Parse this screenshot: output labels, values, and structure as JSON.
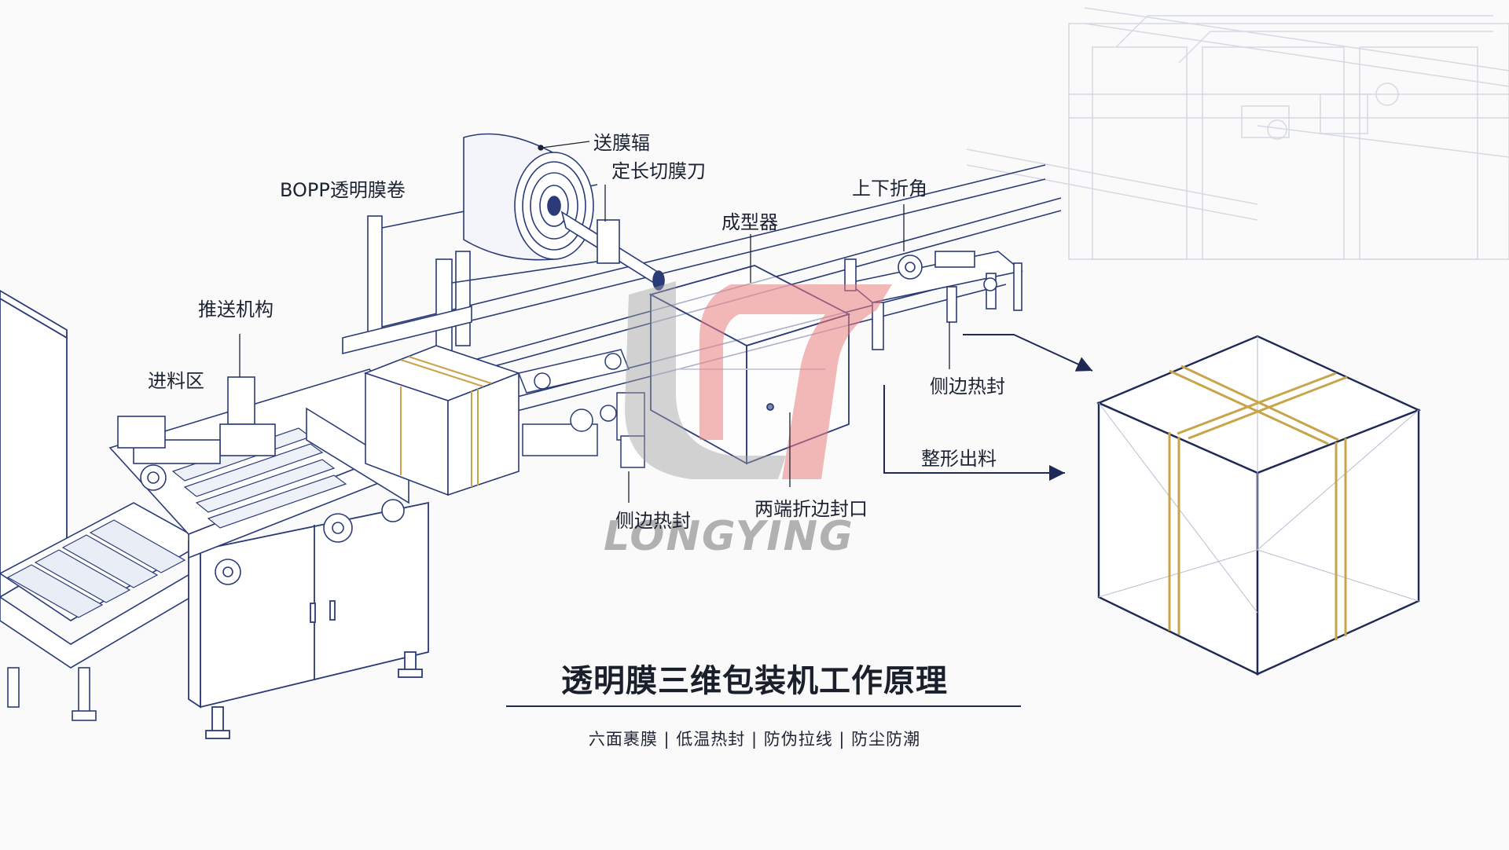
{
  "labels": {
    "film_feed_roller": "送膜辐",
    "bopp_roll": "BOPP透明膜卷",
    "cutter": "定长切膜刀",
    "former": "成型器",
    "pusher": "推送机构",
    "infeed": "进料区",
    "fold_corners": "上下折角",
    "side_seal_right": "侧边热封",
    "shaping_output": "整形出料",
    "side_seal_left": "侧边热封",
    "end_fold_seal": "两端折边封口"
  },
  "title": "透明膜三维包装机工作原理",
  "subtitle": "六面裹膜 | 低温热封 | 防伪拉线 | 防尘防潮",
  "logo_text": "LONGYING",
  "colors": {
    "line": "#2a3b78",
    "light_line": "#c3cad8",
    "gold": "#c8a44a",
    "logo_red": "#e98080",
    "logo_gray": "#a0a0a0",
    "text": "#1c2333",
    "arrow": "#1e2a55"
  },
  "icons": [
    "arrow-right-icon",
    "logo-mark-icon"
  ]
}
